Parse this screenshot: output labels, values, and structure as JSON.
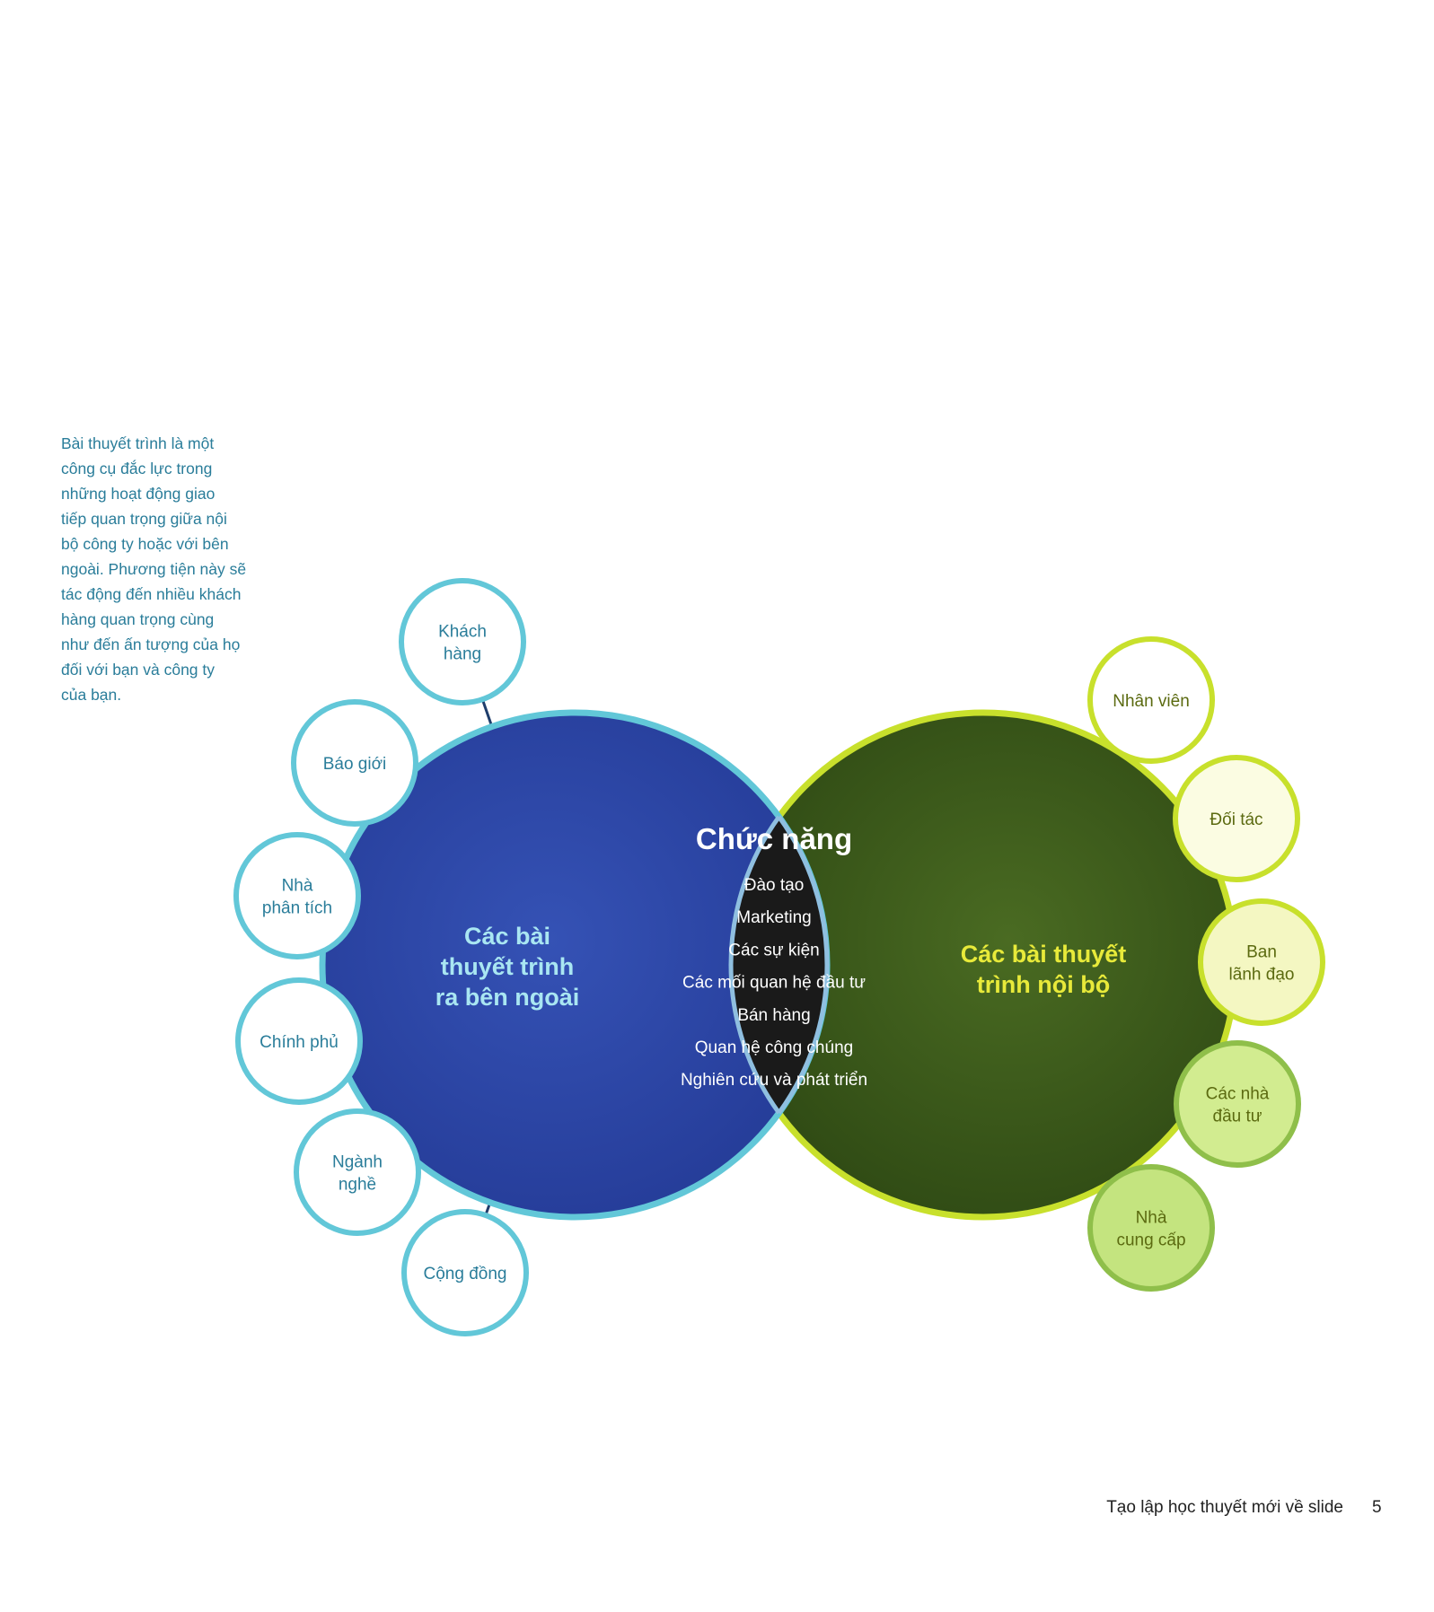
{
  "side_note": {
    "lines": [
      "Bài thuyết trình là một",
      "công cụ đắc lực trong",
      "những hoạt động giao",
      "tiếp quan trọng giữa nội",
      "bộ công ty hoặc với bên",
      "ngoài. Phương tiện này sẽ",
      "tác động đến nhiều khách",
      "hàng quan trọng cùng",
      "như đến ấn tượng của họ",
      "đối với bạn và công ty",
      "của bạn."
    ]
  },
  "diagram": {
    "external": {
      "label_lines": [
        "Các bài",
        "thuyết trình",
        "ra bên ngoài"
      ],
      "color": "#2f47a8",
      "ring_color": "#62c7d8",
      "satellites": [
        {
          "lines": [
            "Khách",
            "hàng"
          ]
        },
        {
          "lines": [
            "Báo giới"
          ]
        },
        {
          "lines": [
            "Nhà",
            "phân tích"
          ]
        },
        {
          "lines": [
            "Chính phủ"
          ]
        },
        {
          "lines": [
            "Ngành",
            "nghề"
          ]
        },
        {
          "lines": [
            "Cộng đồng"
          ]
        }
      ]
    },
    "internal": {
      "label_lines": [
        "Các bài thuyết",
        "trình nội bộ"
      ],
      "color": "#3f5f1c",
      "ring_color": "#c8e02c",
      "label_color": "#e8ea3a",
      "satellites": [
        {
          "lines": [
            "Nhân viên"
          ]
        },
        {
          "lines": [
            "Đối tác"
          ]
        },
        {
          "lines": [
            "Ban",
            "lãnh đạo"
          ]
        },
        {
          "lines": [
            "Các nhà",
            "đầu tư"
          ]
        },
        {
          "lines": [
            "Nhà",
            "cung cấp"
          ]
        }
      ]
    },
    "center": {
      "title": "Chức năng",
      "items": [
        "Đào tạo",
        "Marketing",
        "Các sự kiện",
        "Các mối quan hệ đầu tư",
        "Bán hàng",
        "Quan hệ công chúng",
        "Nghiên cứu và phát triển"
      ],
      "color": "#1a1a1a"
    }
  },
  "footer": {
    "title": "Tạo lập học thuyết mới về slide",
    "page_number": "5"
  }
}
